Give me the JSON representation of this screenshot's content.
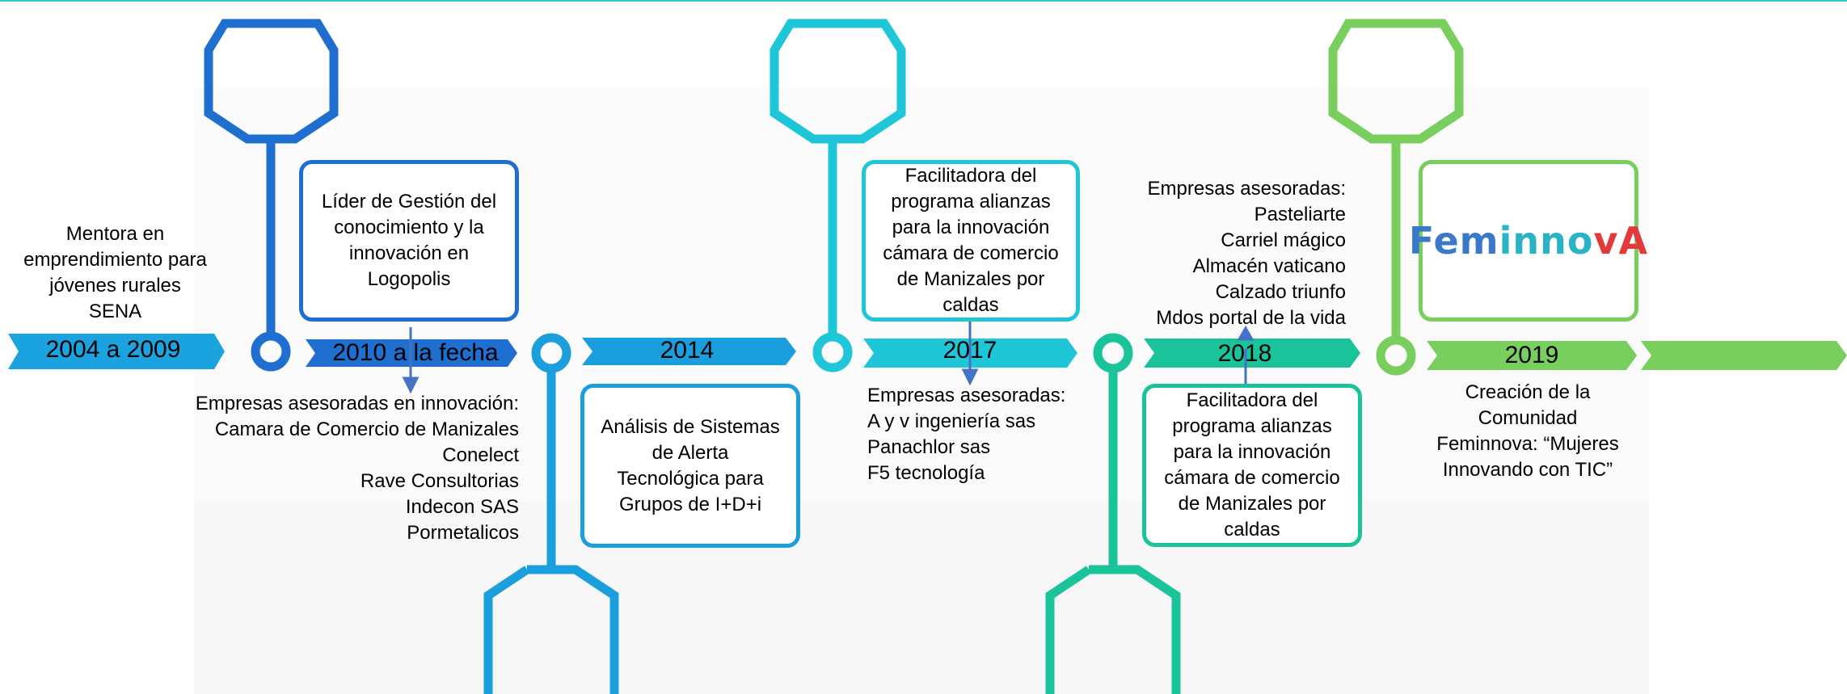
{
  "colors": {
    "c1": "#1ba3e0",
    "c2": "#1f6fd0",
    "c3": "#1b9fdc",
    "c4": "#1fc6d8",
    "c5": "#1bc39b",
    "c6": "#78cf5e",
    "topline": "#3cc4c8",
    "arrow": "#4472c4"
  },
  "milestones": [
    {
      "year": "2004 a 2009",
      "text": [
        "Mentora en",
        "emprendimiento para",
        "jóvenes rurales",
        "SENA"
      ]
    },
    {
      "year": "2010 a la fecha",
      "box": [
        "Líder de Gestión del",
        "conocimiento y  la",
        "innovación en",
        "Logopolis"
      ],
      "below": [
        "Empresas asesoradas en innovación:",
        "Camara de Comercio de Manizales",
        "Conelect",
        "Rave Consultorias",
        "Indecon SAS",
        "Pormetalicos"
      ]
    },
    {
      "year": "2014",
      "box": [
        "Análisis de Sistemas",
        "de Alerta",
        "Tecnológica para",
        "Grupos de I+D+i"
      ]
    },
    {
      "year": "2017",
      "box": [
        "Facilitadora del",
        "programa alianzas",
        "para la innovación",
        "cámara de comercio",
        "de Manizales por",
        "caldas"
      ],
      "below": [
        "Empresas asesoradas:",
        "A y v ingeniería sas",
        "Panachlor sas",
        "F5 tecnología"
      ]
    },
    {
      "year": "2018",
      "above": [
        "Empresas asesoradas:",
        "Pasteliarte",
        "Carriel mágico",
        "Almacén vaticano",
        "Calzado triunfo",
        "Mdos portal de la vida"
      ],
      "box": [
        "Facilitadora del",
        "programa alianzas",
        "para la innovación",
        "cámara de comercio",
        "de Manizales por",
        "caldas"
      ]
    },
    {
      "year": "2019",
      "logo": {
        "part1": "Fem",
        "part2": "inno",
        "part3": "vA"
      },
      "below": [
        "Creación de la",
        "Comunidad",
        "Feminnova: “Mujeres",
        "Innovando con TIC”"
      ]
    }
  ]
}
